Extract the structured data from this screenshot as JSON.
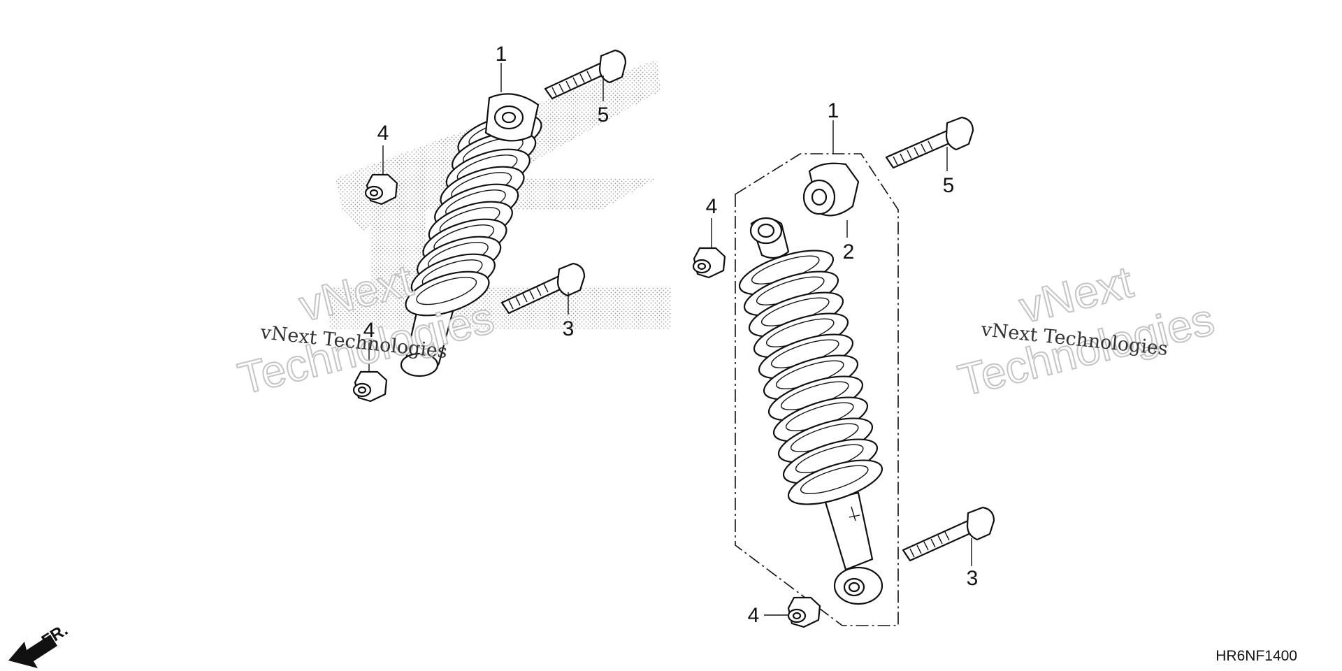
{
  "callouts": [
    {
      "text": "1"
    },
    {
      "text": "5"
    },
    {
      "text": "4"
    },
    {
      "text": "4"
    },
    {
      "text": "3"
    },
    {
      "text": "1"
    },
    {
      "text": "5"
    },
    {
      "text": "4"
    },
    {
      "text": "2"
    },
    {
      "text": "3"
    },
    {
      "text": "4"
    }
  ],
  "watermarks": [
    {
      "brand": "vNext Technologies",
      "line1": "vNext",
      "line2": "Technologies"
    },
    {
      "brand": "vNext Technologies",
      "line1": "vNext",
      "line2": "Technologies"
    }
  ],
  "direction_label": "FR.",
  "diagram_code": "HR6NF1400"
}
